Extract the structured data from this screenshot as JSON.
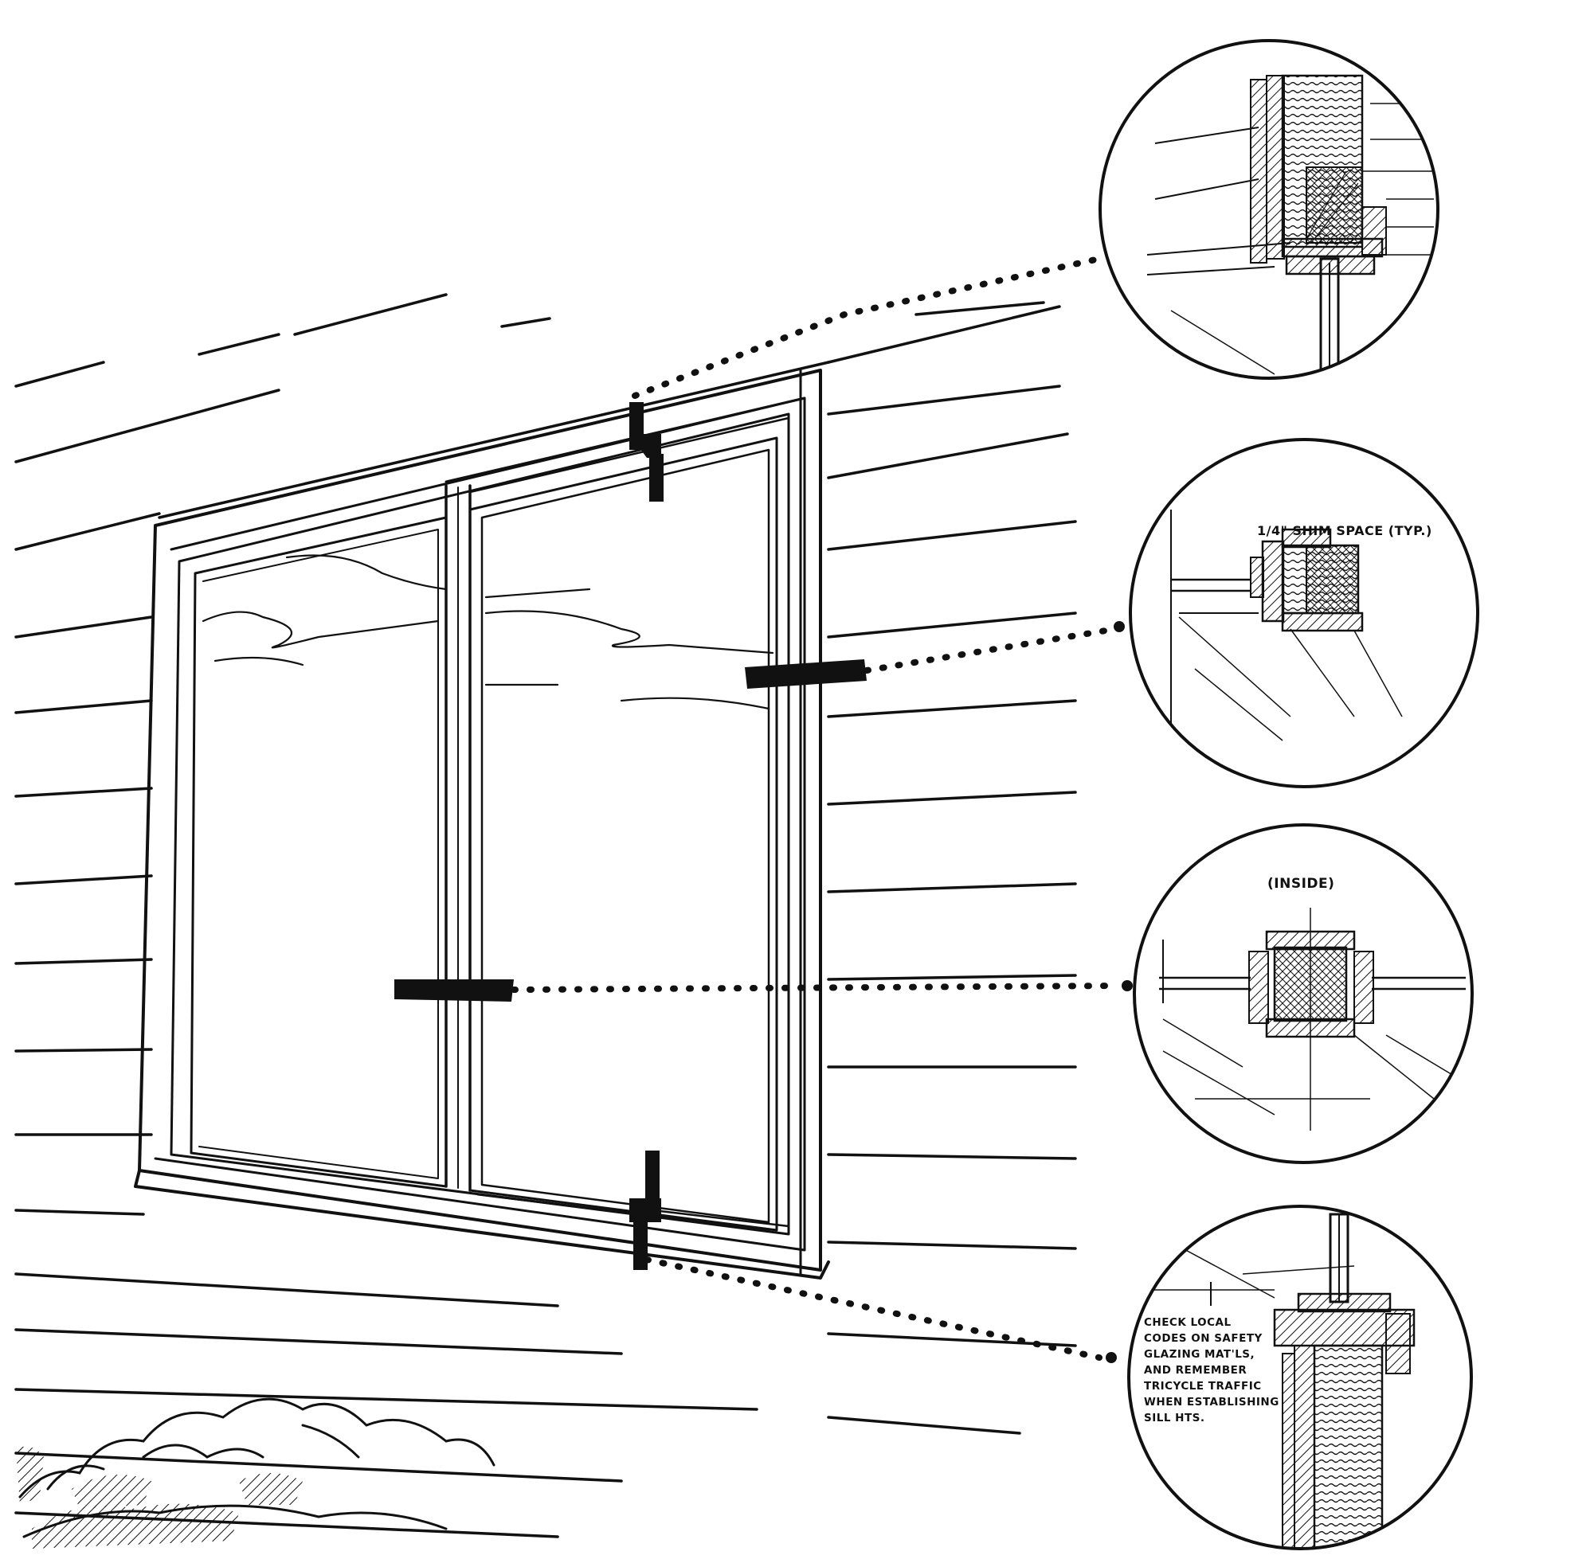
{
  "annotations": {
    "shim_space": "1/4\" SHIM SPACE (TYP.)",
    "inside": "(INSIDE)",
    "safety_note_lines": [
      "CHECK LOCAL",
      "CODES ON SAFETY",
      "GLAZING MAT'LS,",
      "AND REMEMBER",
      "TRICYCLE TRAFFIC",
      "WHEN ESTABLISHING",
      "SILL HTS."
    ]
  },
  "colors": {
    "ink": "#111111",
    "paper": "#ffffff"
  },
  "details": [
    {
      "id": "head",
      "name": "head-detail"
    },
    {
      "id": "jamb",
      "name": "jamb-detail"
    },
    {
      "id": "mullion",
      "name": "mullion-detail"
    },
    {
      "id": "sill",
      "name": "sill-detail"
    }
  ]
}
